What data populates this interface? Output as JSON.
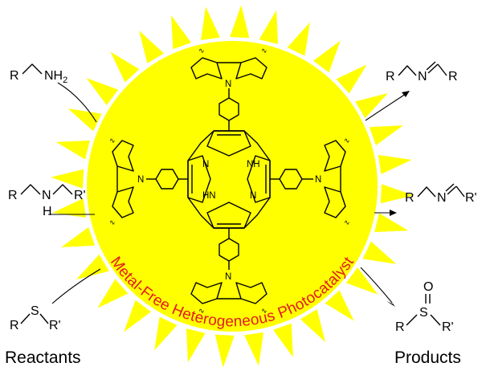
{
  "diagram": {
    "catalyst_label": "Metal-Free Heterogeneous Photocatalyst",
    "reactants_label": "Reactants",
    "products_label": "Products",
    "colors": {
      "sun": "#ffff00",
      "label": "#e31b1b",
      "ink": "#000000"
    },
    "reactants": [
      {
        "r": "R",
        "group": "NH",
        "sub": "2"
      },
      {
        "r": "R",
        "n": "N",
        "h": "H",
        "r2": "R'"
      },
      {
        "r": "R",
        "s": "S",
        "r2": "R'"
      }
    ],
    "products": [
      {
        "r": "R",
        "n": "N",
        "r2": "R"
      },
      {
        "r": "R",
        "n": "N",
        "r2": "R'"
      },
      {
        "r": "R",
        "s": "S",
        "o": "O",
        "r2": "R'"
      }
    ],
    "atoms": {
      "n": "N",
      "nh": "NH",
      "hn": "HN"
    }
  }
}
